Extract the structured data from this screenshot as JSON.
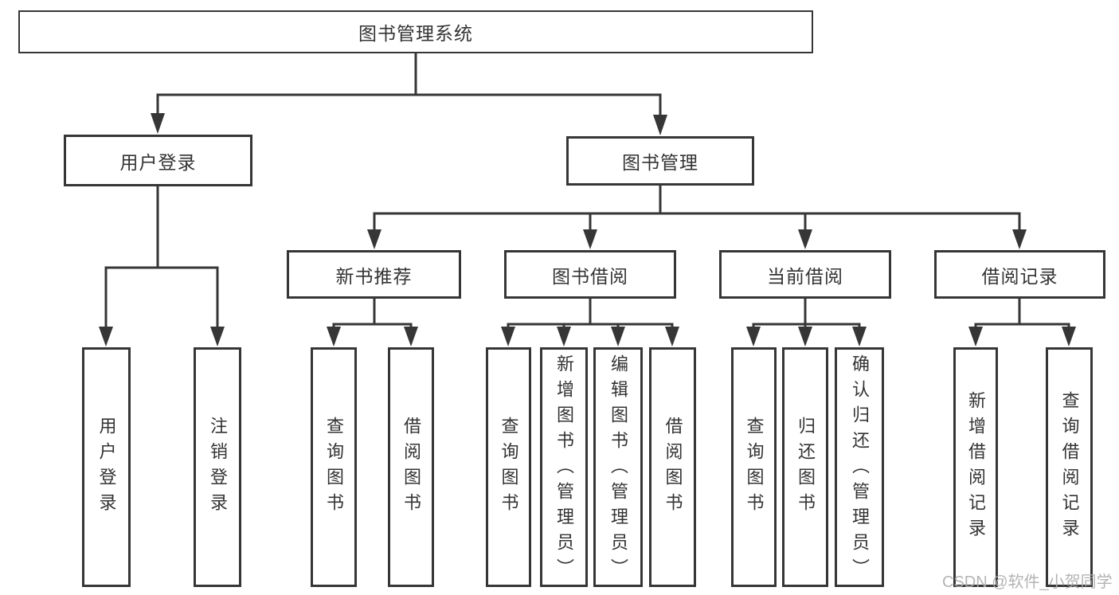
{
  "tree": {
    "root": {
      "label": "图书管理系统",
      "children": [
        {
          "label": "用户登录",
          "children": [
            {
              "label": "用户登录"
            },
            {
              "label": "注销登录"
            }
          ]
        },
        {
          "label": "图书管理",
          "children": [
            {
              "label": "新书推荐",
              "children": [
                {
                  "label": "查询图书"
                },
                {
                  "label": "借阅图书"
                }
              ]
            },
            {
              "label": "图书借阅",
              "children": [
                {
                  "label": "查询图书"
                },
                {
                  "label": "新增图书（管理员）"
                },
                {
                  "label": "编辑图书（管理员）"
                },
                {
                  "label": "借阅图书"
                }
              ]
            },
            {
              "label": "当前借阅",
              "children": [
                {
                  "label": "查询图书"
                },
                {
                  "label": "归还图书"
                },
                {
                  "label": "确认归还（管理员）"
                }
              ]
            },
            {
              "label": "借阅记录",
              "children": [
                {
                  "label": "新增借阅记录"
                },
                {
                  "label": "查询借阅记录"
                }
              ]
            }
          ]
        }
      ]
    }
  },
  "watermark": {
    "text": "CSDN @软件_小贺同学"
  },
  "colors": {
    "line": "#363636",
    "box_border": "#363636",
    "text": "#333333",
    "background": "#ffffff",
    "watermark": "#acacac"
  }
}
